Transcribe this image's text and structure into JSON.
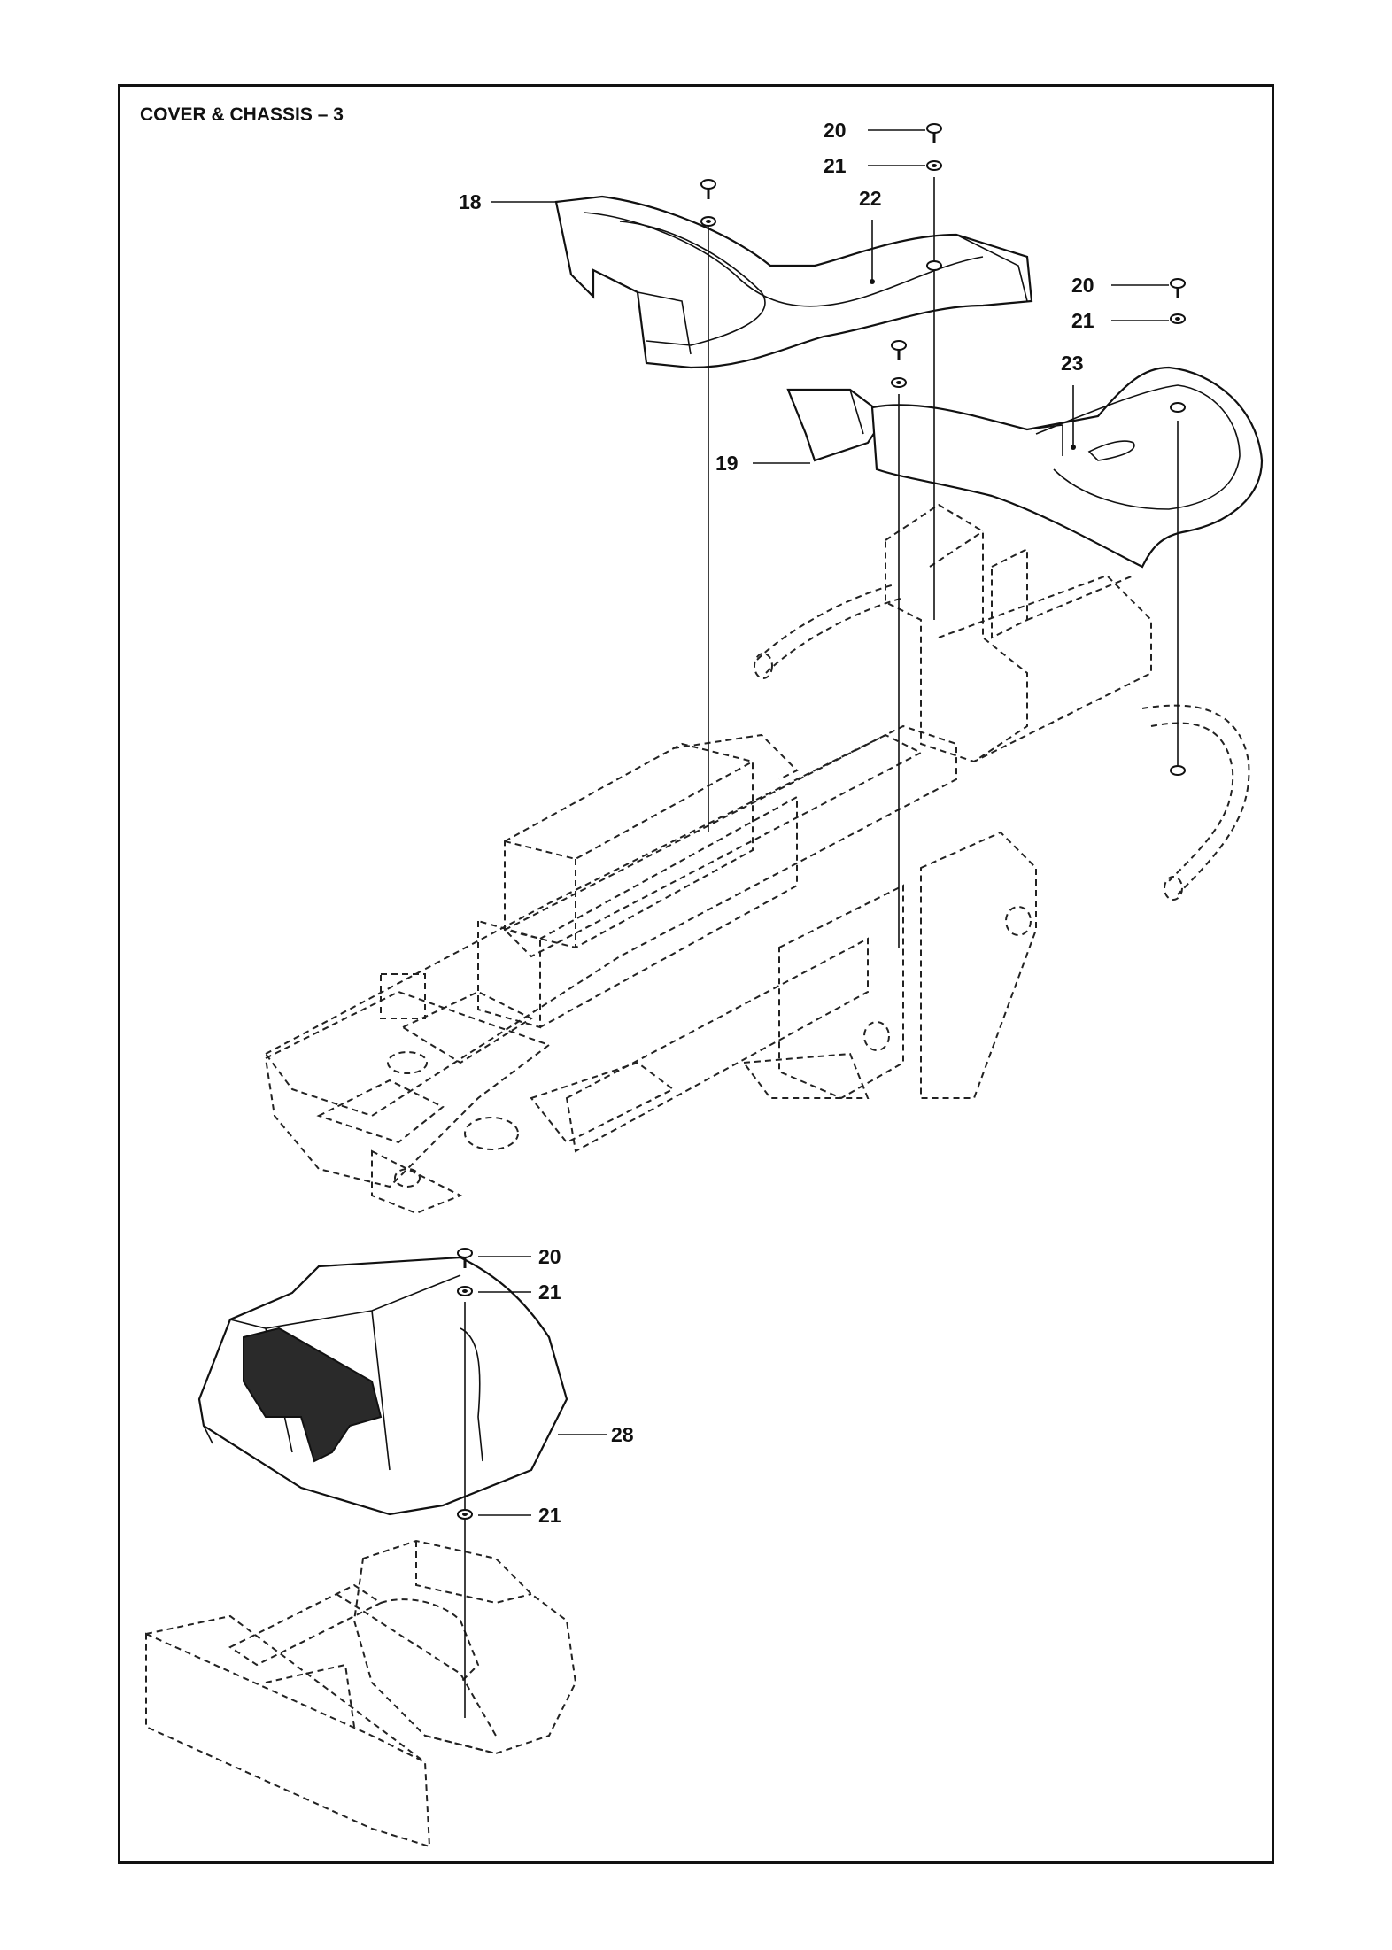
{
  "title": "COVER & CHASSIS – 3",
  "callouts": [
    {
      "id": "c20a",
      "label": "20"
    },
    {
      "id": "c21a",
      "label": "21"
    },
    {
      "id": "c18",
      "label": "18"
    },
    {
      "id": "c22",
      "label": "22"
    },
    {
      "id": "c20b",
      "label": "20"
    },
    {
      "id": "c21b",
      "label": "21"
    },
    {
      "id": "c23",
      "label": "23"
    },
    {
      "id": "c19",
      "label": "19"
    },
    {
      "id": "c20c",
      "label": "20"
    },
    {
      "id": "c21c",
      "label": "21"
    },
    {
      "id": "c28",
      "label": "28"
    },
    {
      "id": "c21d",
      "label": "21"
    }
  ]
}
